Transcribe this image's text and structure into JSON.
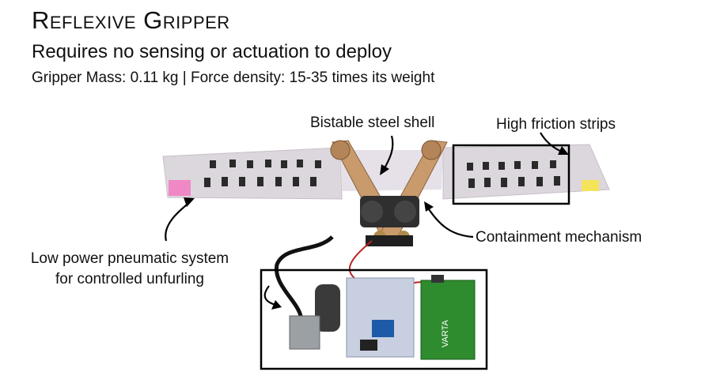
{
  "slide": {
    "title": "Reflexive Gripper",
    "subtitle": "Requires no sensing or actuation to deploy",
    "specs": "Gripper Mass: 0.11 kg | Force density: 15-35 times its weight"
  },
  "labels": {
    "shell": "Bistable steel shell",
    "strips": "High friction strips",
    "containment": "Containment mechanism",
    "pneumatic_line1": "Low power pneumatic system",
    "pneumatic_line2": "for controlled unfurling"
  },
  "battery_text": "VARTA",
  "colors": {
    "shell": "#dcd6dd",
    "wood": "#c99a6b",
    "pink_tip": "#f27ac0",
    "yellow_tip": "#f5e35a",
    "battery_green": "#2e8b2e",
    "board": "#c8cfe0"
  }
}
